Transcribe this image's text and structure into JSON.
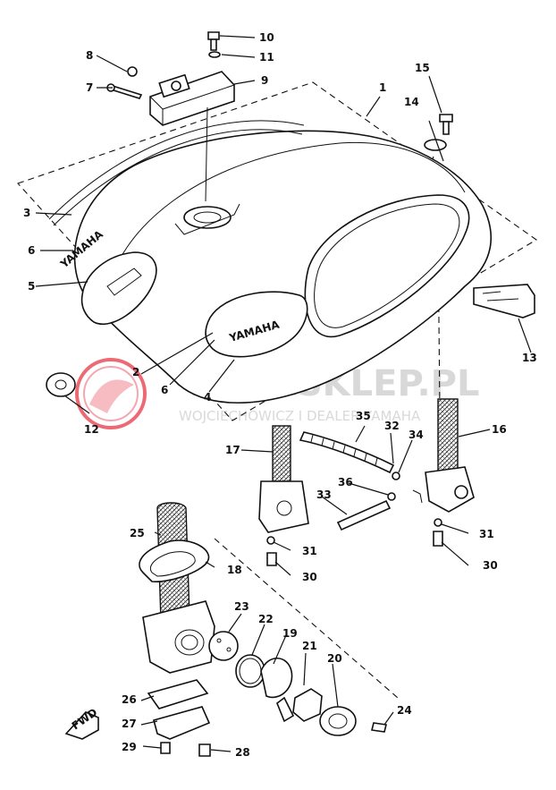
{
  "tank_brand": "YAMAHA",
  "tank_brand_side": "YAMAHA",
  "fwd_label": "FWD",
  "watermark": {
    "title": "YAMASKLEP.PL",
    "subtitle": "WOJCIECHOWICZ I DEALER YAMAHA",
    "logo_color": "#e63946"
  },
  "callouts": {
    "c1": "1",
    "c2": "2",
    "c3": "3",
    "c4": "4",
    "c5": "5",
    "c6a": "6",
    "c6b": "6",
    "c7": "7",
    "c8": "8",
    "c9": "9",
    "c10": "10",
    "c11": "11",
    "c12": "12",
    "c13": "13",
    "c14": "14",
    "c15": "15",
    "c16": "16",
    "c17": "17",
    "c18": "18",
    "c19": "19",
    "c20": "20",
    "c21": "21",
    "c22": "22",
    "c23": "23",
    "c24": "24",
    "c25": "25",
    "c26": "26",
    "c27": "27",
    "c28": "28",
    "c29": "29",
    "c30a": "30",
    "c30b": "30",
    "c31a": "31",
    "c31b": "31",
    "c32": "32",
    "c33": "33",
    "c34": "34",
    "c35": "35",
    "c36": "36"
  }
}
